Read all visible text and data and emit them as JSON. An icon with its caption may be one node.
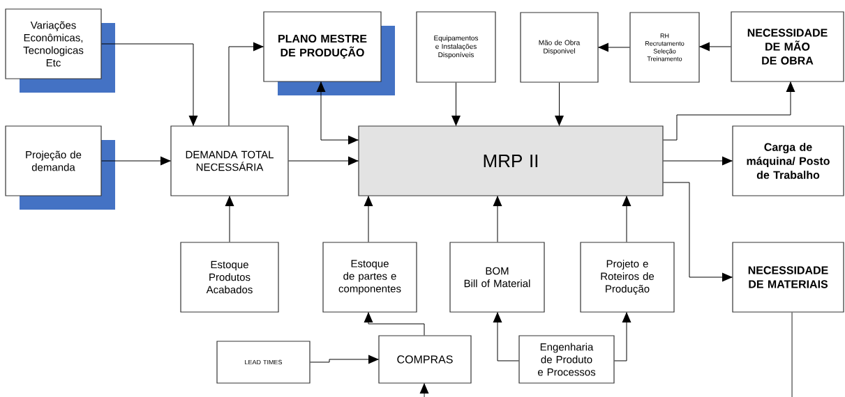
{
  "diagram": {
    "nodes": [
      {
        "text": [
          "Variações Econômicas, Tecnologicas Etc"
        ]
      },
      {
        "text": [
          "PLANO MESTRE DE PRODUÇÃO"
        ]
      },
      {
        "text": [
          "Equipamentos e Instalações Disponíveis"
        ]
      },
      {
        "text": [
          "Mão de Obra Disponivel"
        ]
      },
      {
        "text": [
          "RH",
          "Recrutamento Seleção Treinamento"
        ]
      },
      {
        "text": [
          "NECESSIDADE DE MÃO DE OBRA"
        ]
      },
      {
        "text": [
          "Projeção de demanda"
        ]
      },
      {
        "text": [
          "DEMANDA TOTAL NECESSÁRIA"
        ]
      },
      {
        "text": [
          "MRP II"
        ]
      },
      {
        "text": [
          "Carga de máquina/ Posto de Trabalho"
        ]
      },
      {
        "text": [
          "Estoque Produtos Acabados"
        ]
      },
      {
        "text": [
          "Estoque de partes e componentes"
        ]
      },
      {
        "text": [
          "BOM",
          "Bill of Material"
        ]
      },
      {
        "text": [
          "Projeto e Roteiros de Produção"
        ]
      },
      {
        "text": [
          "NECESSIDADE DE MATERIAIS"
        ]
      },
      {
        "text": [
          "LEAD TIMES"
        ]
      },
      {
        "text": [
          "COMPRAS"
        ]
      },
      {
        "text": [
          "Engenharia de Produto e Processos"
        ]
      }
    ],
    "edges": [
      {
        "from": 0,
        "to": 7,
        "arrow": "to"
      },
      {
        "from": 7,
        "to": 1,
        "arrow": "to"
      },
      {
        "from": 1,
        "to": 8,
        "arrow": "both"
      },
      {
        "from": 6,
        "to": 7,
        "arrow": "to"
      },
      {
        "from": 7,
        "to": 8,
        "arrow": "to"
      },
      {
        "from": 2,
        "to": 8,
        "arrow": "to"
      },
      {
        "from": 3,
        "to": 8,
        "arrow": "to"
      },
      {
        "from": 5,
        "to": 4,
        "arrow": "to"
      },
      {
        "from": 4,
        "to": 3,
        "arrow": "to"
      },
      {
        "from": 8,
        "to": 5,
        "arrow": "to"
      },
      {
        "from": 8,
        "to": 9,
        "arrow": "to"
      },
      {
        "from": 8,
        "to": 14,
        "arrow": "to"
      },
      {
        "from": 10,
        "to": 7,
        "arrow": "to"
      },
      {
        "from": 11,
        "to": 8,
        "arrow": "to"
      },
      {
        "from": 12,
        "to": 8,
        "arrow": "to"
      },
      {
        "from": 13,
        "to": 8,
        "arrow": "to"
      },
      {
        "from": 16,
        "to": 11,
        "arrow": "to"
      },
      {
        "from": 15,
        "to": 16,
        "arrow": "to"
      },
      {
        "from": 17,
        "to": 12,
        "arrow": "to"
      },
      {
        "from": 17,
        "to": 13,
        "arrow": "to"
      },
      {
        "from": null,
        "to": 16,
        "arrow": "to"
      },
      {
        "from": 14,
        "to": null,
        "arrow": "none"
      }
    ]
  }
}
